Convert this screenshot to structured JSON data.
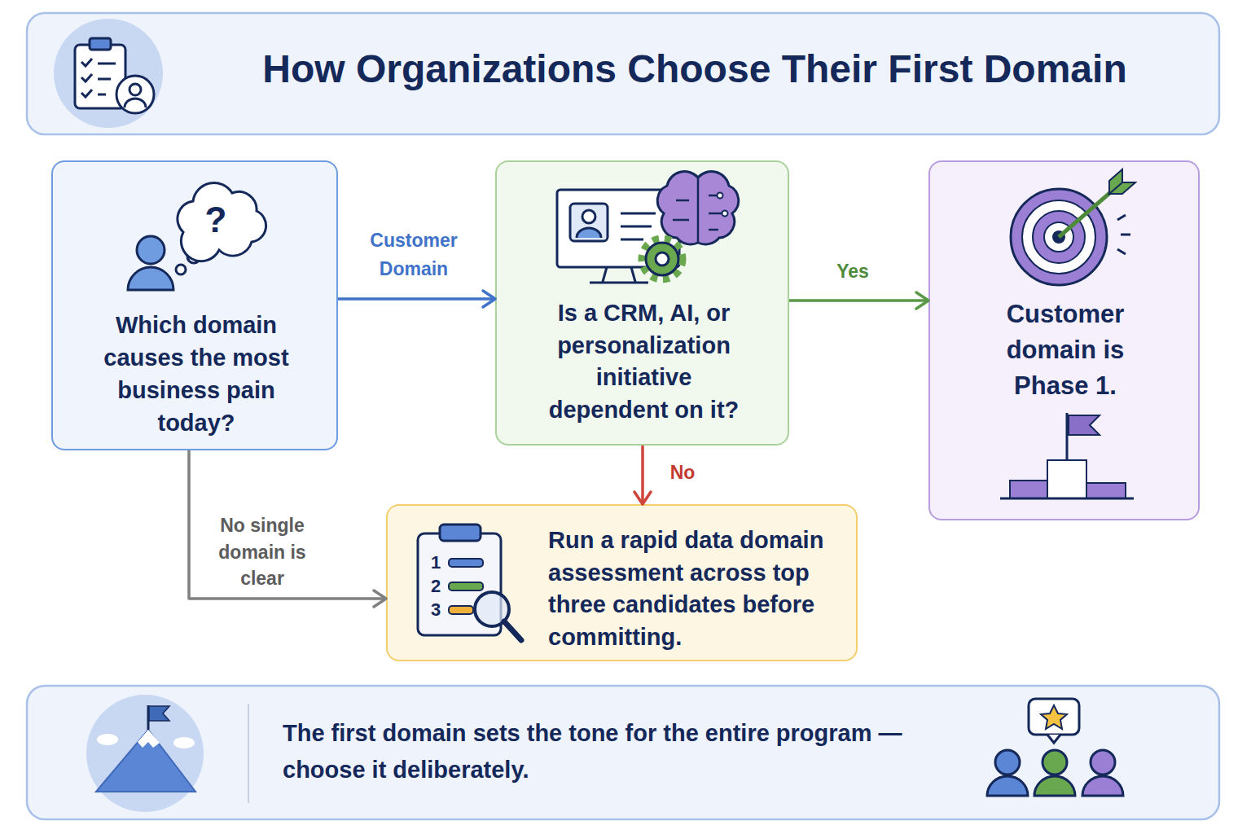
{
  "diagram": {
    "title": "How Organizations Choose Their First Domain",
    "caption": "The first domain sets the tone for the entire program — choose it deliberately.",
    "nodes": [
      {
        "text": [
          "Which domain causes the most business pain today?"
        ]
      },
      {
        "text": [
          "Is a CRM, AI, or personalization initiative dependent on it?"
        ]
      },
      {
        "text": [
          "Customer domain is Phase 1."
        ]
      },
      {
        "text": [
          "Run a rapid data domain assessment across top three candidates before committing."
        ]
      }
    ],
    "edges": [
      {
        "from": 0,
        "to": 1,
        "label": "Customer Domain",
        "arrow": "to"
      },
      {
        "from": 1,
        "to": 2,
        "label": "Yes",
        "arrow": "to"
      },
      {
        "from": 1,
        "to": 3,
        "label": "No",
        "arrow": "to"
      },
      {
        "from": 0,
        "to": 3,
        "label": "No single domain is clear",
        "arrow": "to"
      }
    ],
    "labels": [
      "?",
      "1",
      "2",
      "3"
    ]
  }
}
